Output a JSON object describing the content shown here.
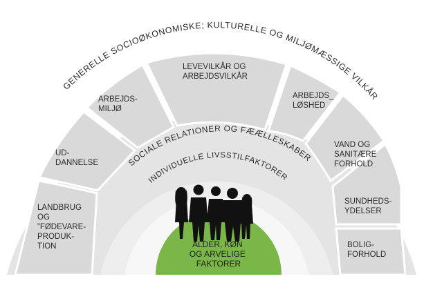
{
  "rings": {
    "outer_title": "GENERELLE SOCIOØKONOMISKE; KULTURELLE OG MILJØMÆSSIGE VILKÅR",
    "social_title": "SOCIALE RELATIONER OG FÆÆLLESKABER",
    "individual_title": "INDIVIDUELLE LIVSSTILFAKTORER"
  },
  "segments": [
    {
      "id": "landbrug",
      "lines": [
        "LANDBRUG",
        "OG",
        "”FØDEVARE-",
        "PRODUK-",
        "TION"
      ]
    },
    {
      "id": "uddannelse",
      "lines": [
        "UD-",
        "DANNELSE"
      ]
    },
    {
      "id": "arbejdsmiljo",
      "lines": [
        "ARBEJDS-",
        "MILJØ"
      ]
    },
    {
      "id": "levevilkar",
      "lines": [
        "LEVEVILKÅR OG",
        "ARBEJDSVILKÅR"
      ]
    },
    {
      "id": "arbejdsloshed",
      "lines": [
        "ARBEJDS_",
        "LØSHED"
      ]
    },
    {
      "id": "vand",
      "lines": [
        "VAND OG",
        "SANITÆRE",
        "FORHOLD"
      ]
    },
    {
      "id": "sundhed",
      "lines": [
        "SUNDHEDS-",
        "YDELSER"
      ]
    },
    {
      "id": "bolig",
      "lines": [
        "BOLIG-",
        "FORHOLD"
      ]
    }
  ],
  "core": {
    "lines": [
      "ALDER, KØN",
      "OG ARVELIGE",
      "FAKTORER"
    ]
  },
  "colors": {
    "outer_band": "#e4e4e4",
    "social_band": "#eeeeee",
    "individual_band": "#f7f7f7",
    "segment": "#d9d9d9",
    "core": "#7ab648"
  }
}
